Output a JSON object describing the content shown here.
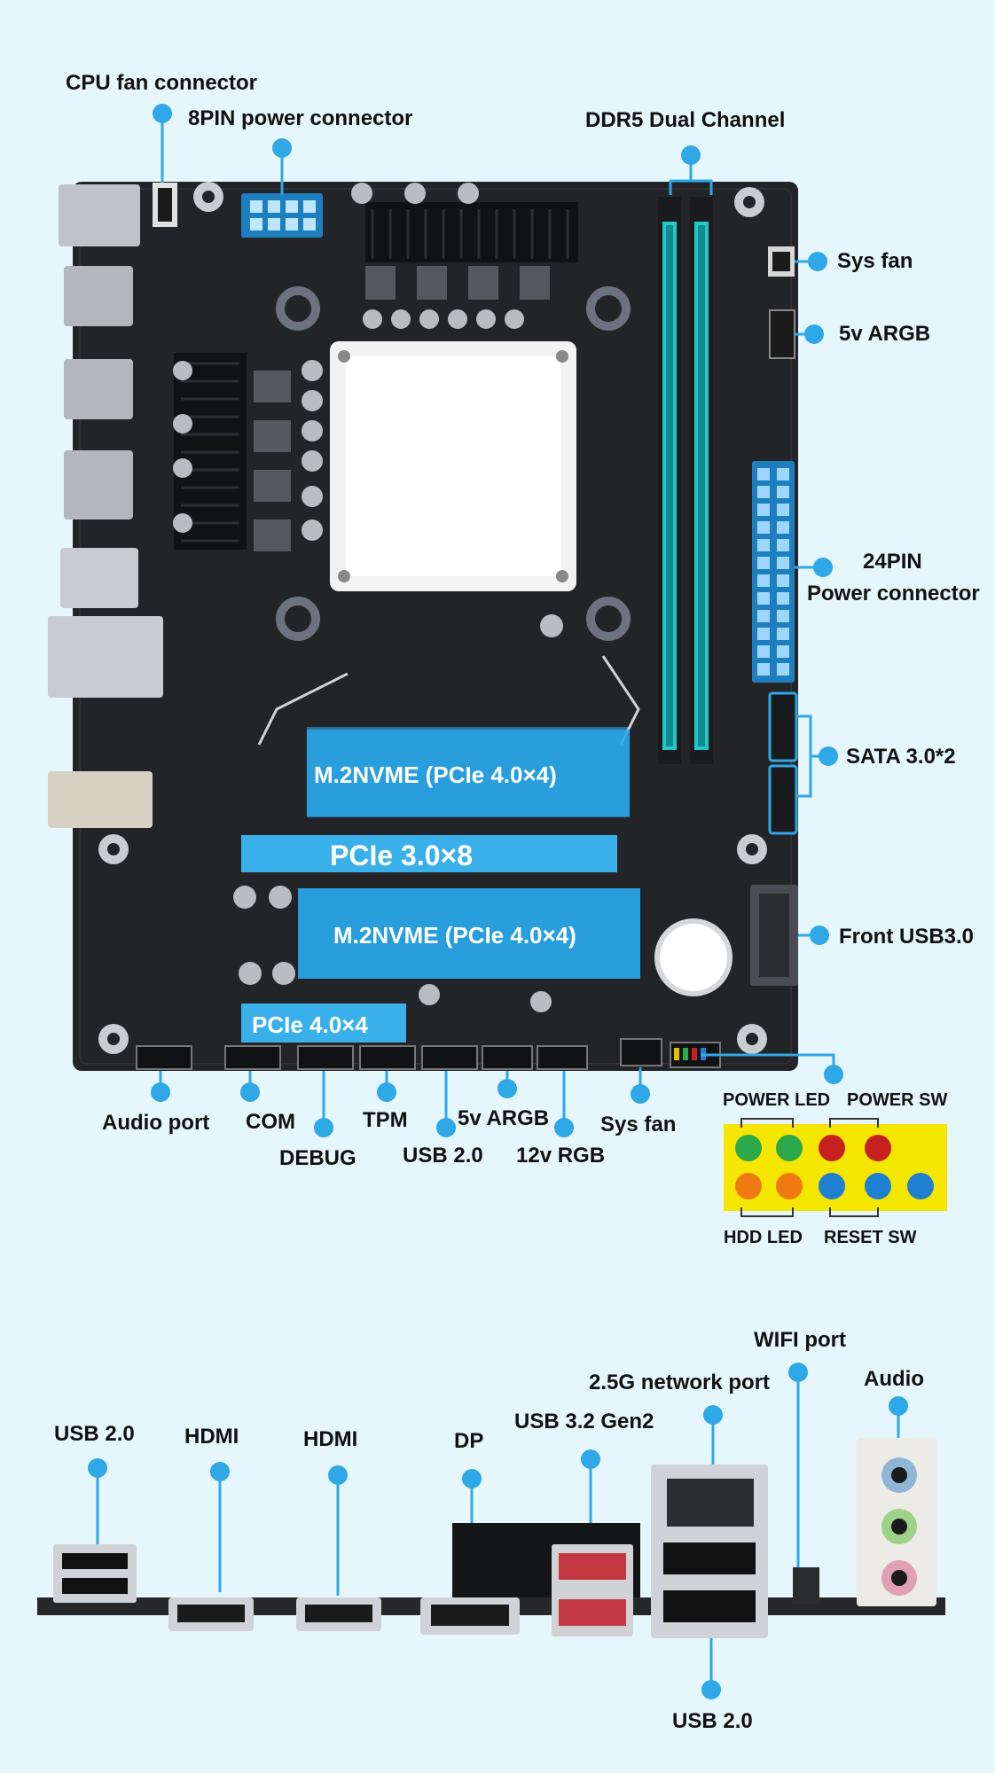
{
  "colors": {
    "background": "#e6f6fd",
    "board": "#232427",
    "accent_blue": "#2ea8e6",
    "ram_teal": "#21c8c8",
    "panel_yellow": "#f5e600",
    "pin_green": "#2aa84a",
    "pin_red": "#c8201e",
    "pin_orange": "#f07a12",
    "pin_blue": "#1f7fd0"
  },
  "top_labels": {
    "cpu_fan": "CPU fan connector",
    "power_8pin": "8PIN power connector",
    "ddr5": "DDR5 Dual Channel",
    "sys_fan_right": "Sys fan",
    "argb_right": "5v ARGB",
    "pin24_line1": "24PIN",
    "pin24_line2": "Power connector",
    "sata": "SATA 3.0*2",
    "front_usb": "Front USB3.0"
  },
  "slots": {
    "m2_top": "M.2NVME (PCIe 4.0×4)",
    "pcie_x8": "PCIe 3.0×8",
    "m2_bottom": "M.2NVME (PCIe 4.0×4)",
    "pcie_x4": "PCIe 4.0×4"
  },
  "bottom_labels": {
    "audio_port": "Audio port",
    "com": "COM",
    "debug": "DEBUG",
    "tpm": "TPM",
    "usb20": "USB 2.0",
    "argb": "5v ARGB",
    "rgb12": "12v RGB",
    "sys_fan": "Sys fan"
  },
  "front_panel": {
    "power_led": "POWER LED",
    "power_sw": "POWER SW",
    "hdd_led": "HDD LED",
    "reset_sw": "RESET SW"
  },
  "io_labels": {
    "usb20_left": "USB 2.0",
    "hdmi1": "HDMI",
    "hdmi2": "HDMI",
    "dp": "DP",
    "usb32": "USB 3.2 Gen2",
    "network": "2.5G network port",
    "wifi": "WIFI port",
    "audio": "Audio",
    "usb20_bottom": "USB 2.0"
  }
}
